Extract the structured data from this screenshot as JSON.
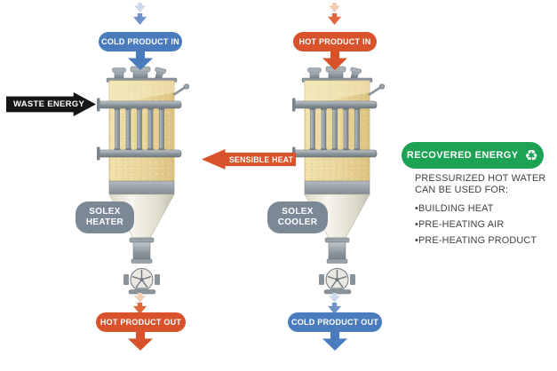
{
  "left_unit": {
    "inlet_label": "COLD PRODUCT IN",
    "waste_energy_label": "WASTE ENERGY",
    "name_line1": "SOLEX",
    "name_line2": "HEATER",
    "outlet_label": "HOT PRODUCT OUT"
  },
  "right_unit": {
    "inlet_label": "HOT PRODUCT IN",
    "sensible_heat_label": "SENSIBLE HEAT",
    "name_line1": "SOLEX",
    "name_line2": "COOLER",
    "outlet_label": "COLD PRODUCT OUT"
  },
  "recovered_energy": {
    "label": "RECOVERED ENERGY",
    "icon": "recycle-icon",
    "icon_glyph": "♻",
    "heading_line1": "PRESSURIZED HOT WATER",
    "heading_line2": "CAN BE USED FOR:",
    "bullets": [
      "•BUILDING HEAT",
      "•PRE-HEATING AIR",
      "•PRE-HEATING PRODUCT"
    ]
  },
  "colors": {
    "cold_blue": "#4a7bbd",
    "hot_orange": "#d8532b",
    "waste_black": "#161616",
    "unit_gray": "#7b8997",
    "recovered_green": "#1ba253",
    "vessel_tan": "#ead59c"
  }
}
